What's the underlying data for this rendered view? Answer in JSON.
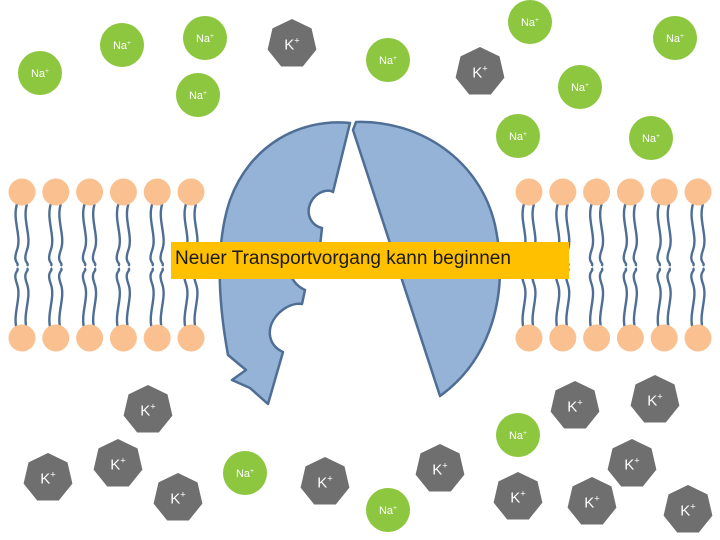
{
  "caption": "Neuer Transportvorgang kann beginnen",
  "ions": {
    "na_label": "Na",
    "na_sup": "+",
    "k_label": "K",
    "k_sup": "+"
  },
  "colors": {
    "sodium": "#8dc63f",
    "potassium": "#706f6f",
    "protein_fill": "#95b3d7",
    "protein_stroke": "#4f6e96",
    "lipid_head": "#fac090",
    "lipid_tail": "#4f6e96",
    "caption_bg": "#ffc000"
  },
  "icons": {
    "sodium_ion": "green-circle",
    "potassium_ion": "grey-heptagon",
    "transport_protein": "blue-split-semicircle-icon"
  }
}
